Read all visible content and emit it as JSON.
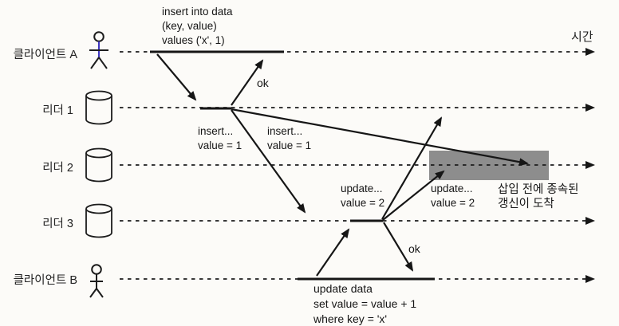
{
  "time_label": "시간",
  "lanes": [
    {
      "id": "client-a",
      "label": "클라이언트 A",
      "icon": "person-icon"
    },
    {
      "id": "leader-1",
      "label": "리더 1",
      "icon": "database-cylinder-icon"
    },
    {
      "id": "leader-2",
      "label": "리더 2",
      "icon": "database-cylinder-icon"
    },
    {
      "id": "leader-3",
      "label": "리더 3",
      "icon": "database-cylinder-icon"
    },
    {
      "id": "client-b",
      "label": "클라이언트 B",
      "icon": "person-icon"
    }
  ],
  "annotations": {
    "insert_query": {
      "line1": "insert into data",
      "line2": "(key, value)",
      "line3": "values ('x', 1)"
    },
    "ok_a": "ok",
    "insert_rep_1": {
      "line1": "insert...",
      "line2": "value = 1"
    },
    "insert_rep_2": {
      "line1": "insert...",
      "line2": "value = 1"
    },
    "update_rep_1": {
      "line1": "update...",
      "line2": "value = 2"
    },
    "update_rep_2": {
      "line1": "update...",
      "line2": "value = 2"
    },
    "ok_b": "ok",
    "update_query": {
      "line1": "update data",
      "line2": "set value = value + 1",
      "line3": "where key = 'x'"
    },
    "highlight_note": {
      "line1": "삽입 전에 종속된",
      "line2": "갱신이 도착"
    }
  },
  "colors": {
    "highlight_box": "#8d8d8d",
    "figure_a_body": "#3d35c0",
    "ink": "#161616",
    "background": "#fcfbf8"
  }
}
